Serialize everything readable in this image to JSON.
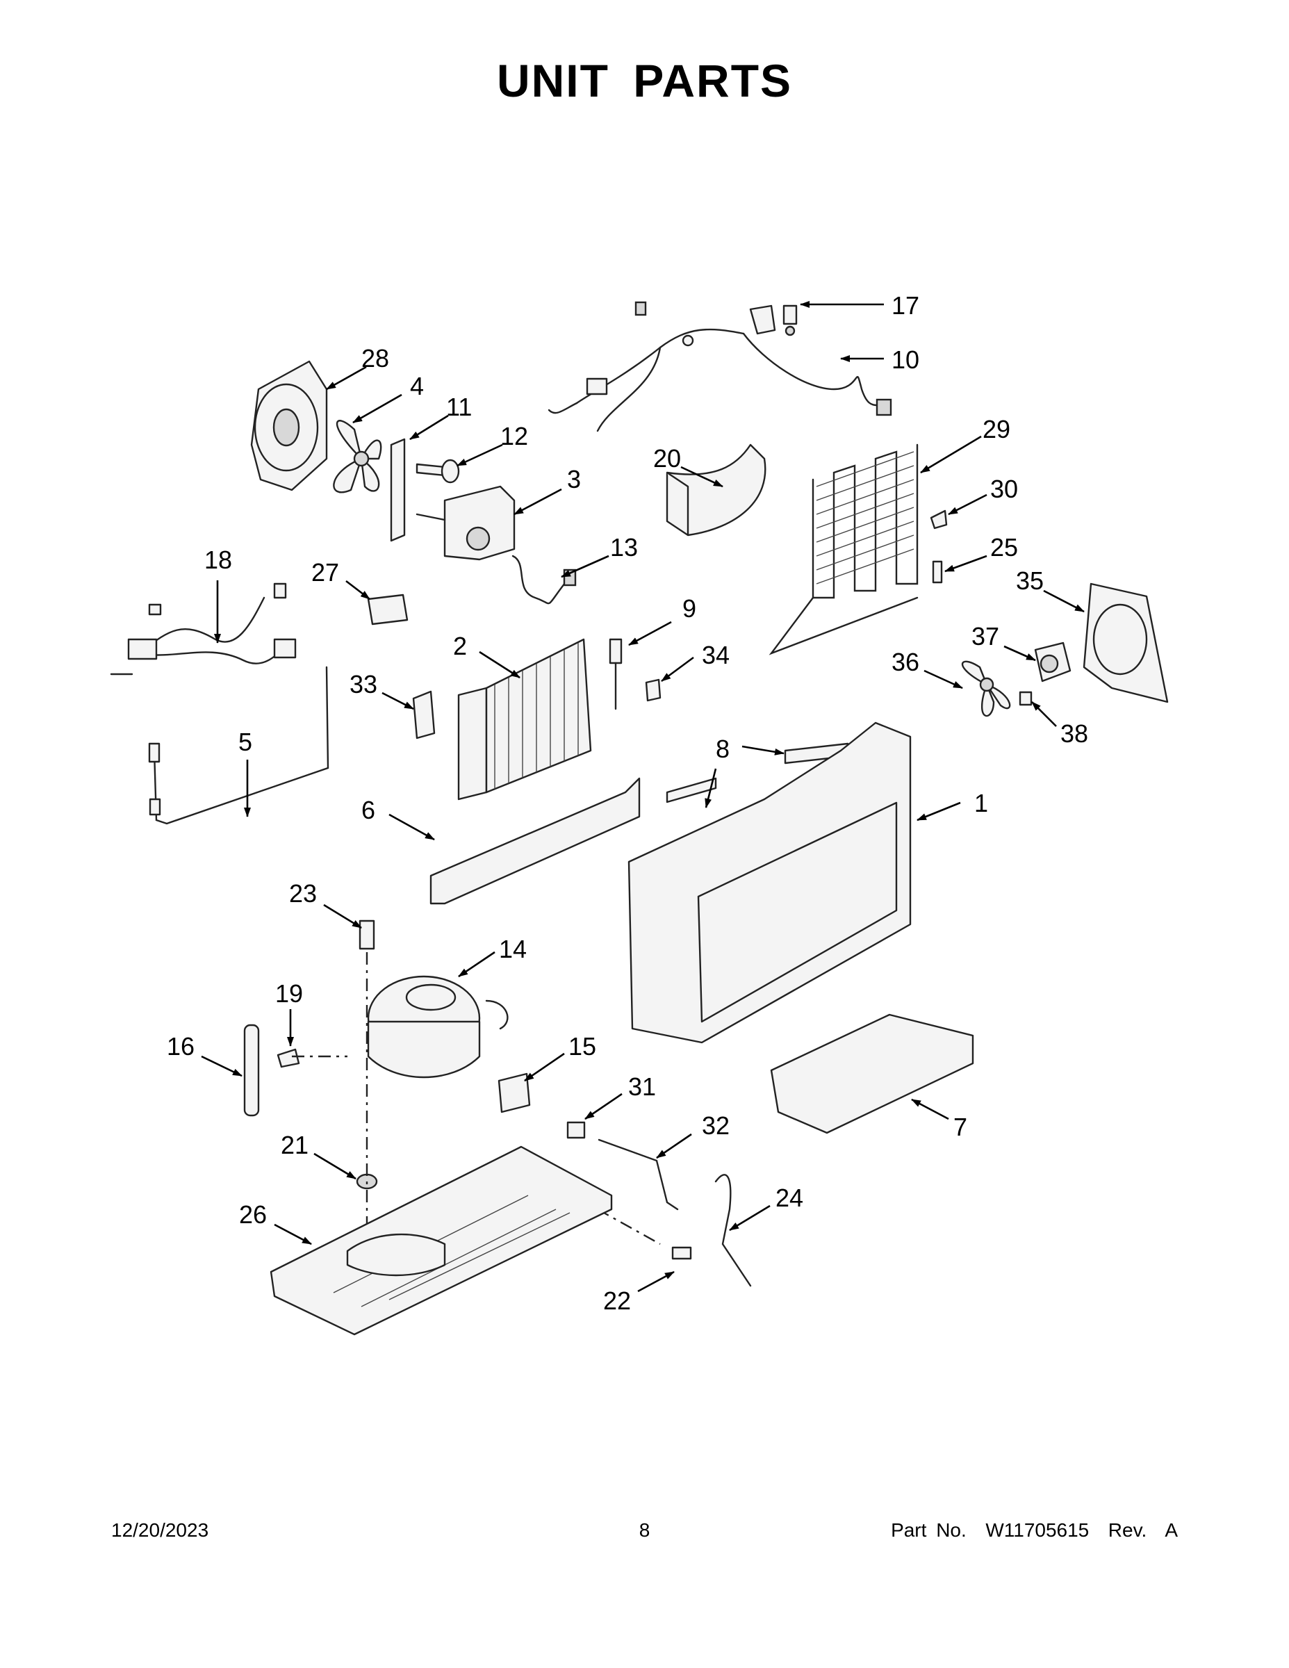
{
  "title": "UNIT PARTS",
  "footer": {
    "date": "12/20/2023",
    "page": "8",
    "part_number": "Part No.  W11705615  Rev.  A"
  },
  "callouts": [
    {
      "id": "c28",
      "label": "28"
    },
    {
      "id": "c4",
      "label": "4"
    },
    {
      "id": "c11",
      "label": "11"
    },
    {
      "id": "c12",
      "label": "12"
    },
    {
      "id": "c3",
      "label": "3"
    },
    {
      "id": "c13",
      "label": "13"
    },
    {
      "id": "c17",
      "label": "17"
    },
    {
      "id": "c10",
      "label": "10"
    },
    {
      "id": "c20",
      "label": "20"
    },
    {
      "id": "c29",
      "label": "29"
    },
    {
      "id": "c30",
      "label": "30"
    },
    {
      "id": "c25",
      "label": "25"
    },
    {
      "id": "c35",
      "label": "35"
    },
    {
      "id": "c37",
      "label": "37"
    },
    {
      "id": "c36",
      "label": "36"
    },
    {
      "id": "c38",
      "label": "38"
    },
    {
      "id": "c18",
      "label": "18"
    },
    {
      "id": "c27",
      "label": "27"
    },
    {
      "id": "c2",
      "label": "2"
    },
    {
      "id": "c9",
      "label": "9"
    },
    {
      "id": "c34",
      "label": "34"
    },
    {
      "id": "c33",
      "label": "33"
    },
    {
      "id": "c5",
      "label": "5"
    },
    {
      "id": "c8",
      "label": "8"
    },
    {
      "id": "c1",
      "label": "1"
    },
    {
      "id": "c6",
      "label": "6"
    },
    {
      "id": "c23",
      "label": "23"
    },
    {
      "id": "c14",
      "label": "14"
    },
    {
      "id": "c19",
      "label": "19"
    },
    {
      "id": "c16",
      "label": "16"
    },
    {
      "id": "c15",
      "label": "15"
    },
    {
      "id": "c31",
      "label": "31"
    },
    {
      "id": "c32",
      "label": "32"
    },
    {
      "id": "c7",
      "label": "7"
    },
    {
      "id": "c21",
      "label": "21"
    },
    {
      "id": "c24",
      "label": "24"
    },
    {
      "id": "c26",
      "label": "26"
    },
    {
      "id": "c22",
      "label": "22"
    }
  ]
}
